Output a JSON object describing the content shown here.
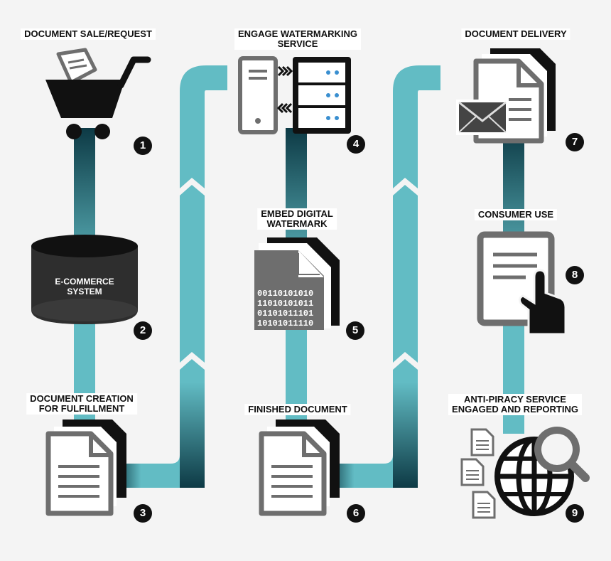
{
  "steps": [
    {
      "number": "1",
      "label_lines": [
        "DOCUMENT SALE/REQUEST"
      ]
    },
    {
      "number": "2",
      "label_lines": [
        "E-COMMERCE",
        "SYSTEM"
      ]
    },
    {
      "number": "3",
      "label_lines": [
        "DOCUMENT CREATION",
        "FOR FULFILLMENT"
      ]
    },
    {
      "number": "4",
      "label_lines": [
        "ENGAGE WATERMARKING",
        "SERVICE"
      ]
    },
    {
      "number": "5",
      "label_lines": [
        "EMBED DIGITAL",
        "WATERMARK"
      ]
    },
    {
      "number": "6",
      "label_lines": [
        "FINISHED DOCUMENT"
      ]
    },
    {
      "number": "7",
      "label_lines": [
        "DOCUMENT DELIVERY"
      ]
    },
    {
      "number": "8",
      "label_lines": [
        "CONSUMER USE"
      ]
    },
    {
      "number": "9",
      "label_lines": [
        "ANTI-PIRACY SERVICE",
        "ENGAGED AND REPORTING"
      ]
    }
  ],
  "binary_text": [
    "00110101010",
    "11010101011",
    "01101011101",
    "10101011110"
  ],
  "colors": {
    "pipe": "#62bcc4",
    "pipe_dark": "#0d3a45",
    "icon_gray": "#6e6e6e",
    "icon_black": "#111111",
    "background": "#f4f4f4"
  },
  "icons": [
    "shopping-cart-icon",
    "database-icon",
    "document-stack-icon",
    "server-icon",
    "binary-document-icon",
    "document-stack-icon",
    "envelope-document-icon",
    "tablet-touch-icon",
    "globe-search-icon"
  ]
}
